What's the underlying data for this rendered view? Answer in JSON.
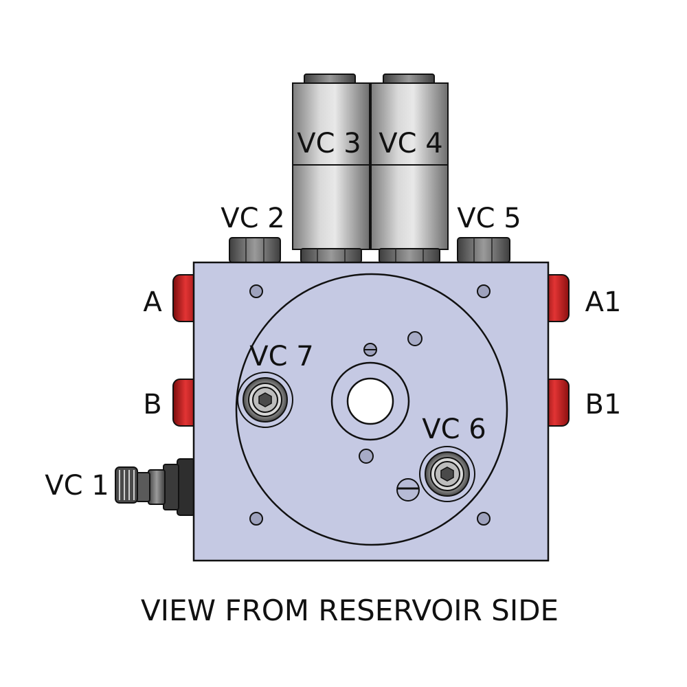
{
  "colors": {
    "block": "#c5c9e3",
    "outline": "#111111",
    "port_red": "#d01c1c",
    "coil_mid": "#bdbdbd",
    "nut": "#6f6f6f"
  },
  "labels": {
    "vc1": "VC 1",
    "vc2": "VC 2",
    "vc3": "VC 3",
    "vc4": "VC 4",
    "vc5": "VC 5",
    "vc6": "VC 6",
    "vc7": "VC 7",
    "port_a": "A",
    "port_b": "B",
    "port_a1": "A1",
    "port_b1": "B1"
  },
  "caption": "VIEW FROM RESERVOIR SIDE"
}
